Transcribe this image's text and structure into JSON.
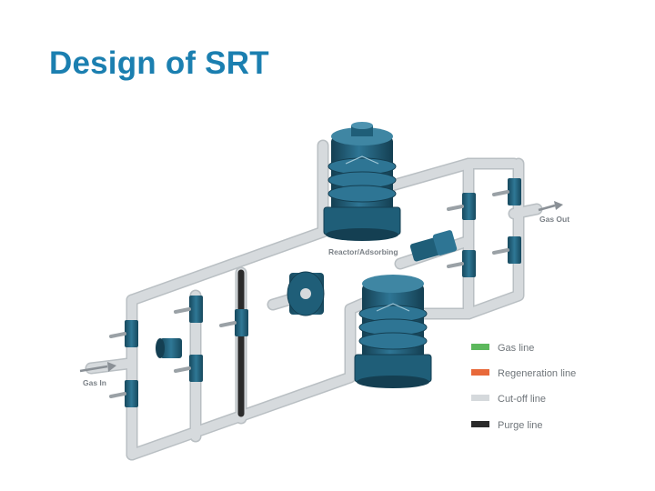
{
  "title": "Design of SRT",
  "labels": {
    "gas_in": "Gas In",
    "gas_out": "Gas Out",
    "reactor": "Reactor/Adsorbing"
  },
  "legend": [
    {
      "label": "Gas line",
      "color": "#5cb85c"
    },
    {
      "label": "Regeneration line",
      "color": "#e8693a"
    },
    {
      "label": "Cut-off line",
      "color": "#d5d9dc"
    },
    {
      "label": "Purge line",
      "color": "#2b2b2b"
    }
  ],
  "colors": {
    "pipe": "#d6dadd",
    "pipe_edge": "#b9bfc3",
    "equipment": "#1f5e78",
    "equipment_dark": "#143f52",
    "equipment_light": "#3f86a3",
    "purge": "#2b2b2b"
  }
}
